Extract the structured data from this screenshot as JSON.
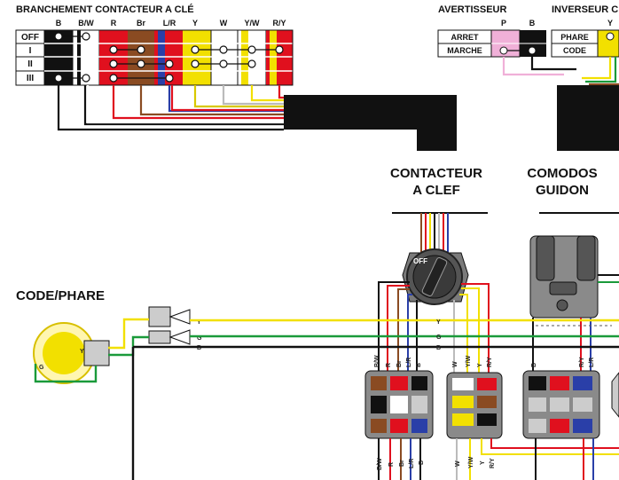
{
  "key_switch_table": {
    "title": "BRANCHEMENT CONTACTEUR A CLÉ",
    "columns": [
      "B",
      "B/W",
      "R",
      "Br",
      "L/R",
      "Y",
      "W",
      "Y/W",
      "R/Y"
    ],
    "rows": [
      "OFF",
      "I",
      "II",
      "III"
    ]
  },
  "horn_table": {
    "title": "AVERTISSEUR",
    "columns": [
      "P",
      "B"
    ],
    "rows": [
      "ARRET",
      "MARCHE"
    ]
  },
  "dimmer_table": {
    "title": "INVERSEUR C",
    "columns": [
      "Y"
    ],
    "rows": [
      "PHARE",
      "CODE"
    ]
  },
  "labels": {
    "key_switch_l1": "CONTACTEUR",
    "key_switch_l2": "A CLEF",
    "bar_switch_l1": "COMODOS",
    "bar_switch_l2": "GUIDON",
    "headlight": "CODE/PHARE",
    "off": "OFF"
  },
  "wires": {
    "bulb_y": "Y",
    "bulb_g": "G",
    "plug_y": "Y",
    "plug_g": "G",
    "plug_b": "B",
    "mid_y": "Y",
    "mid_g": "G",
    "mid_b": "B",
    "c1_top": [
      "B/W",
      "R",
      "Br",
      "L/R",
      "B"
    ],
    "c2_top": [
      "W",
      "Y/W",
      "Y",
      "R/Y"
    ],
    "c3_top": [
      "B",
      "R/Y",
      "L/R"
    ],
    "c1_bot": [
      "B/W",
      "R",
      "Br",
      "L/R",
      "B"
    ],
    "c2_bot": [
      "W",
      "Y/W",
      "Y",
      "R/Y"
    ]
  },
  "colors": {
    "B": "#111111",
    "W": "#ffffff",
    "R": "#e0101e",
    "Br": "#8a4b22",
    "L": "#2a3fa8",
    "Y": "#f2e000",
    "G": "#1a9a3a",
    "P": "#f0b0d8"
  }
}
